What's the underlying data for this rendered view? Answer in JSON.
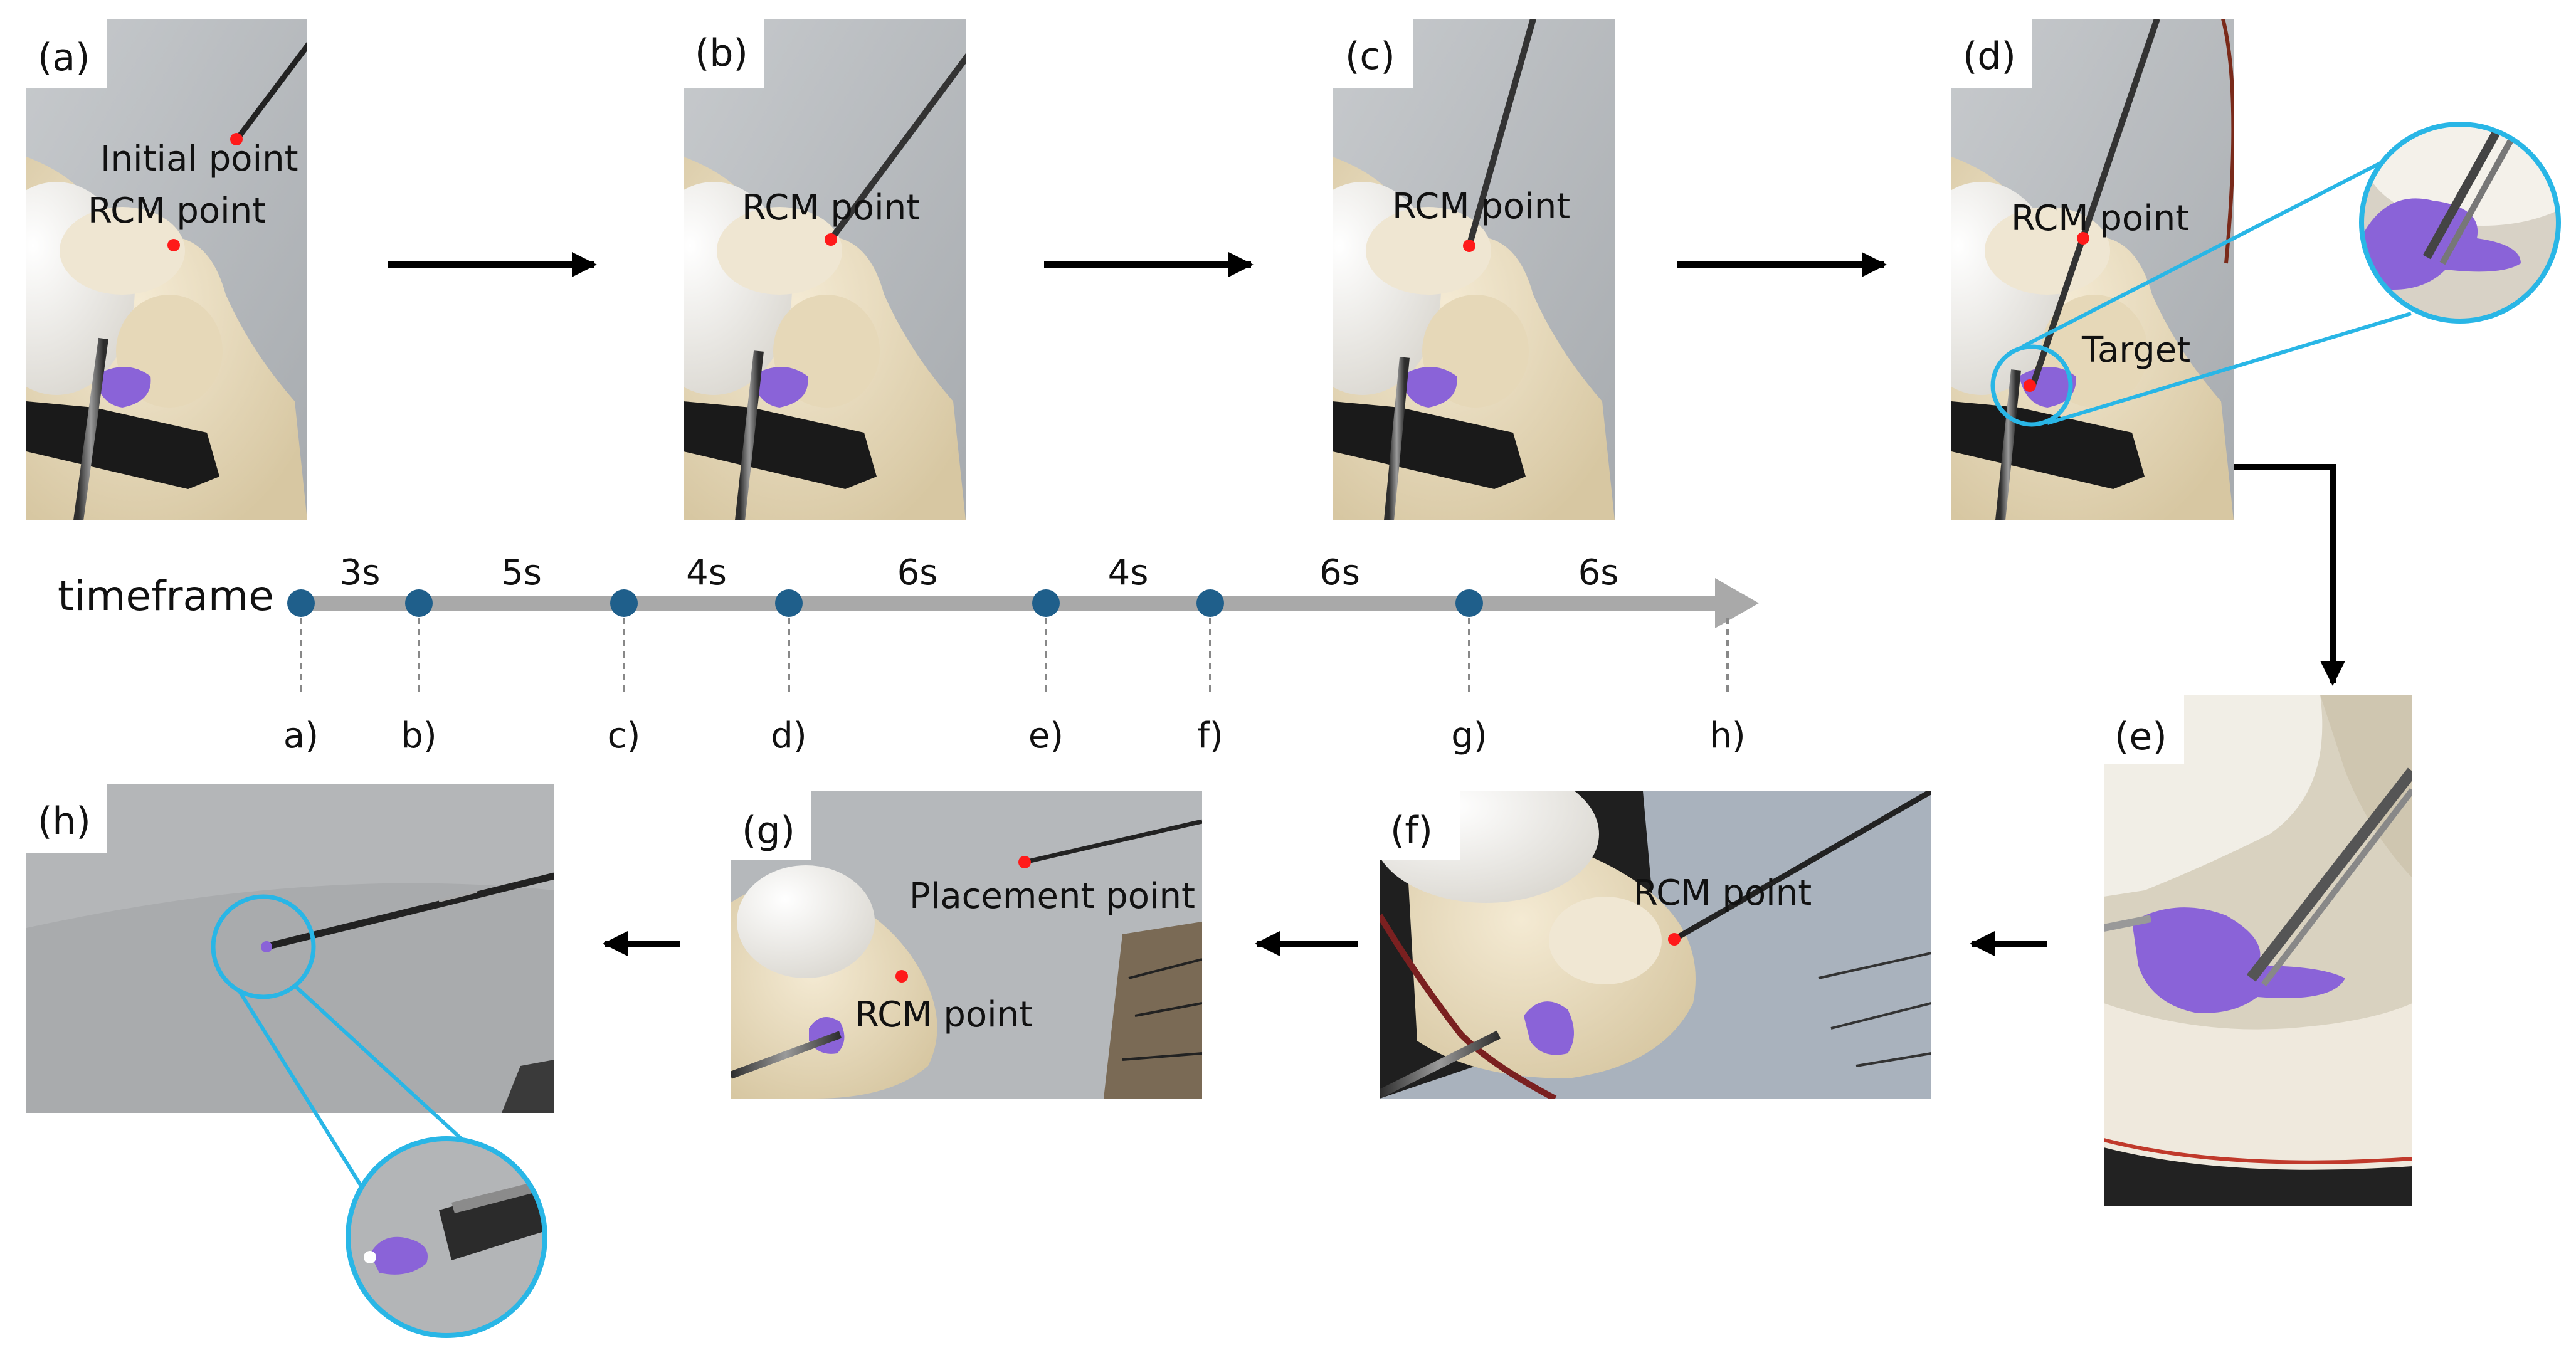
{
  "panels": {
    "a": {
      "label": "(a)",
      "annotations": [
        "Initial point",
        "RCM point"
      ]
    },
    "b": {
      "label": "(b)",
      "annotations": [
        "RCM point"
      ]
    },
    "c": {
      "label": "(c)",
      "annotations": [
        "RCM point"
      ]
    },
    "d": {
      "label": "(d)",
      "annotations": [
        "RCM point",
        "Target"
      ]
    },
    "e": {
      "label": "(e)"
    },
    "f": {
      "label": "(f)",
      "annotations": [
        "RCM point"
      ]
    },
    "g": {
      "label": "(g)",
      "annotations": [
        "Placement point",
        "RCM point"
      ]
    },
    "h": {
      "label": "(h)"
    }
  },
  "timeline": {
    "title": "timeframe",
    "durations": [
      "3s",
      "5s",
      "4s",
      "6s",
      "4s",
      "6s",
      "6s"
    ],
    "ticks": [
      "a)",
      "b)",
      "c)",
      "d)",
      "e)",
      "f)",
      "g)",
      "h)"
    ]
  },
  "colors": {
    "marker": "#ff1a1a",
    "zoom_ring": "#29b6e6",
    "timeline_bar": "#a9a9a9",
    "timeline_node": "#1f5f8b",
    "putty": "#8a63d8",
    "bone": "#e9dcc0",
    "backdrop": "#b8bcc0"
  }
}
